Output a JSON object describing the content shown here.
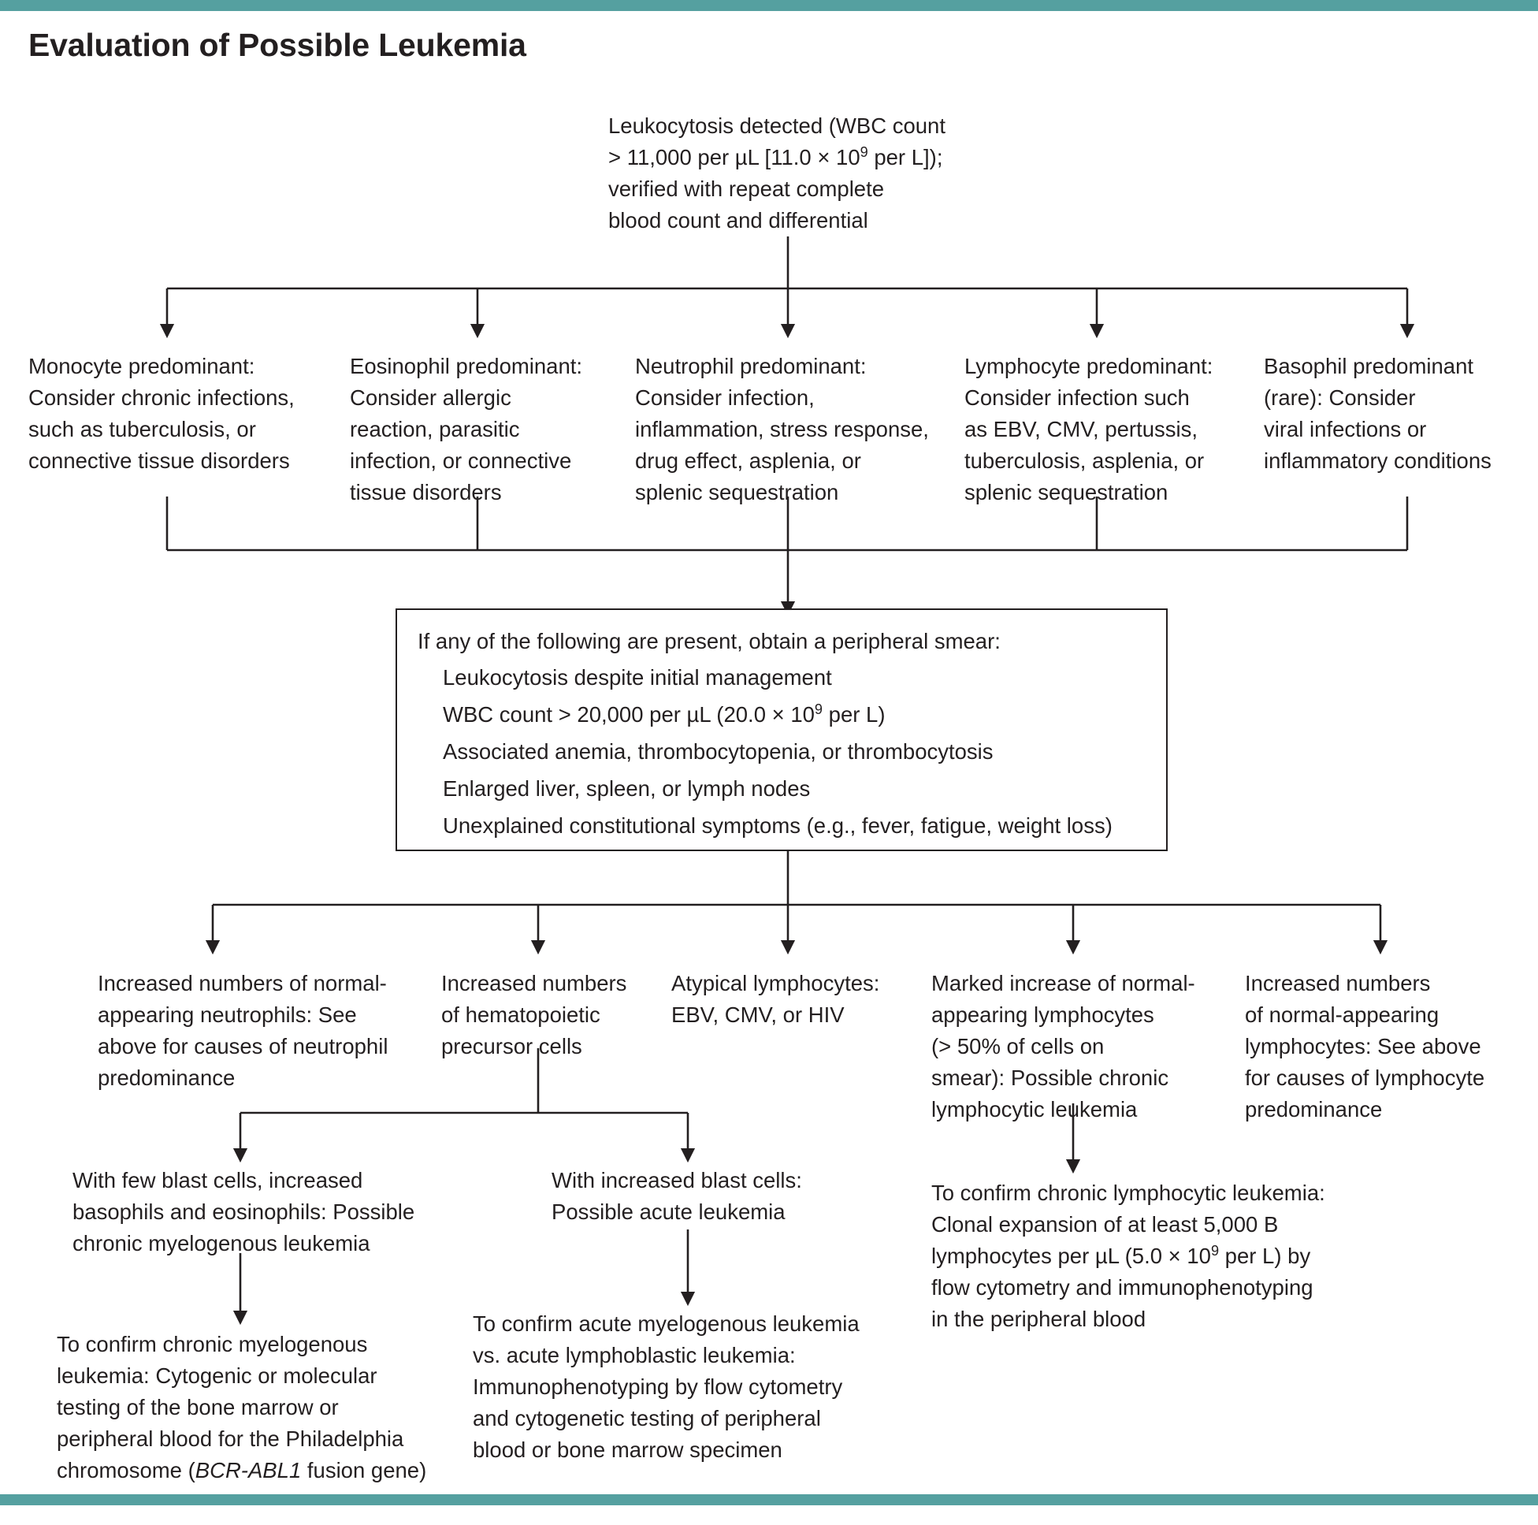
{
  "page": {
    "title": "Evaluation of Possible Leukemia",
    "accent_color": "#55a0a0",
    "text_color": "#231f20"
  },
  "chart_data": {
    "type": "diagram",
    "title": "Evaluation of Possible Leukemia",
    "diagram_kind": "clinical-algorithm-flowchart",
    "nodes": [
      {
        "id": "start",
        "text": "Leukocytosis detected (WBC count\n> 11,000 per µL [11.0 × 109 per L]);\nverified with repeat complete\nblood count and differential"
      },
      {
        "id": "monocyte",
        "text": "Monocyte predominant:\nConsider chronic infections,\nsuch as tuberculosis, or\nconnective tissue disorders"
      },
      {
        "id": "eosinophil",
        "text": "Eosinophil predominant:\nConsider allergic\nreaction, parasitic\ninfection, or connective\ntissue disorders"
      },
      {
        "id": "neutrophil",
        "text": "Neutrophil predominant:\nConsider infection,\ninflammation, stress response,\ndrug effect, asplenia, or\nsplenic sequestration"
      },
      {
        "id": "lymphocyte",
        "text": "Lymphocyte predominant:\nConsider infection such\nas EBV, CMV, pertussis,\ntuberculosis, asplenia, or\nsplenic sequestration"
      },
      {
        "id": "basophil",
        "text": "Basophil predominant\n(rare): Consider\nviral infections or\ninflammatory conditions"
      },
      {
        "id": "smear-criteria",
        "lead": "If any of the following are present, obtain a peripheral smear:",
        "items": [
          "Leukocytosis despite initial management",
          "WBC count > 20,000 per µL (20.0 × 109 per L)",
          "Associated anemia, thrombocytopenia, or thrombocytosis",
          "Enlarged liver, spleen, or lymph nodes",
          "Unexplained constitutional symptoms (e.g., fever, fatigue, weight loss)"
        ]
      },
      {
        "id": "normal-neutrophils",
        "text": "Increased numbers of normal-\nappearing neutrophils: See\nabove for causes of neutrophil\npredominance"
      },
      {
        "id": "precursor-cells",
        "text": "Increased numbers\nof hematopoietic\nprecursor cells"
      },
      {
        "id": "atypical-lymphocytes",
        "text": "Atypical lymphocytes:\nEBV, CMV, or HIV"
      },
      {
        "id": "marked-lymphocytes",
        "text": "Marked increase of normal-\nappearing lymphocytes\n(> 50% of cells on\nsmear): Possible chronic\nlymphocytic leukemia"
      },
      {
        "id": "normal-lymphocytes",
        "text": "Increased numbers\nof normal-appearing\nlymphocytes: See above\nfor causes of lymphocyte\npredominance"
      },
      {
        "id": "few-blasts",
        "text": "With few blast cells, increased\nbasophils and eosinophils: Possible\nchronic myelogenous leukemia"
      },
      {
        "id": "increased-blasts",
        "text": "With increased blast cells:\nPossible acute leukemia"
      },
      {
        "id": "confirm-cml",
        "text": "To confirm chronic myelogenous\nleukemia: Cytogenic or molecular\ntesting of the bone marrow or\nperipheral blood for the Philadelphia\nchromosome (BCR-ABL1 fusion gene)"
      },
      {
        "id": "confirm-aml-all",
        "text": "To confirm acute myelogenous leukemia\nvs. acute lymphoblastic leukemia:\nImmunophenotyping by flow cytometry\nand cytogenetic testing of peripheral\nblood or bone marrow specimen"
      },
      {
        "id": "confirm-cll",
        "text": "To confirm chronic lymphocytic leukemia:\nClonal expansion of at least 5,000 B\nlymphocytes per µL (5.0 × 109 per L) by\nflow cytometry and immunophenotyping\nin the peripheral blood"
      }
    ],
    "edges": [
      {
        "from": "start",
        "to": "monocyte"
      },
      {
        "from": "start",
        "to": "eosinophil"
      },
      {
        "from": "start",
        "to": "neutrophil"
      },
      {
        "from": "start",
        "to": "lymphocyte"
      },
      {
        "from": "start",
        "to": "basophil"
      },
      {
        "from": "monocyte",
        "to": "smear-criteria"
      },
      {
        "from": "eosinophil",
        "to": "smear-criteria"
      },
      {
        "from": "neutrophil",
        "to": "smear-criteria"
      },
      {
        "from": "lymphocyte",
        "to": "smear-criteria"
      },
      {
        "from": "basophil",
        "to": "smear-criteria"
      },
      {
        "from": "smear-criteria",
        "to": "normal-neutrophils"
      },
      {
        "from": "smear-criteria",
        "to": "precursor-cells"
      },
      {
        "from": "smear-criteria",
        "to": "atypical-lymphocytes"
      },
      {
        "from": "smear-criteria",
        "to": "marked-lymphocytes"
      },
      {
        "from": "smear-criteria",
        "to": "normal-lymphocytes"
      },
      {
        "from": "precursor-cells",
        "to": "few-blasts"
      },
      {
        "from": "precursor-cells",
        "to": "increased-blasts"
      },
      {
        "from": "few-blasts",
        "to": "confirm-cml"
      },
      {
        "from": "increased-blasts",
        "to": "confirm-aml-all"
      },
      {
        "from": "marked-lymphocytes",
        "to": "confirm-cll"
      }
    ]
  },
  "start": {
    "l1": "Leukocytosis detected (WBC count",
    "l2_a": "> 11,000 per µL [11.0 × 10",
    "l2_sup": "9",
    "l2_b": " per L]);",
    "l3": "verified with repeat complete",
    "l4": "blood count and differential"
  },
  "branch1": {
    "monocyte": "Monocyte predominant:\nConsider chronic infections,\nsuch as tuberculosis, or\nconnective tissue disorders",
    "eosinophil": "Eosinophil predominant:\nConsider allergic\nreaction, parasitic\ninfection, or connective\ntissue disorders",
    "neutrophil": "Neutrophil predominant:\nConsider infection,\ninflammation, stress response,\ndrug effect, asplenia, or\nsplenic sequestration",
    "lymphocyte": "Lymphocyte predominant:\nConsider infection such\nas EBV, CMV, pertussis,\ntuberculosis, asplenia, or\nsplenic sequestration",
    "basophil": "Basophil predominant\n(rare): Consider\nviral infections or\ninflammatory conditions"
  },
  "smear_box": {
    "lead": "If any of the following are present, obtain a peripheral smear:",
    "item1": "Leukocytosis despite initial management",
    "item2_a": "WBC count > 20,000 per µL (20.0 × 10",
    "item2_sup": "9",
    "item2_b": " per L)",
    "item3": "Associated anemia, thrombocytopenia, or thrombocytosis",
    "item4": "Enlarged liver, spleen, or lymph nodes",
    "item5": "Unexplained constitutional symptoms (e.g., fever, fatigue, weight loss)"
  },
  "branch2": {
    "normal_neutrophils": "Increased numbers of normal-\nappearing neutrophils: See\nabove for causes of neutrophil\npredominance",
    "precursor_cells": "Increased numbers\nof hematopoietic\nprecursor cells",
    "atypical_lymphocytes": "Atypical lymphocytes:\nEBV, CMV, or HIV",
    "marked_lymphocytes": "Marked increase of normal-\nappearing lymphocytes\n(> 50% of cells on\nsmear): Possible chronic\nlymphocytic leukemia",
    "normal_lymphocytes": "Increased numbers\nof normal-appearing\nlymphocytes: See above\nfor causes of lymphocyte\npredominance"
  },
  "branch3": {
    "few_blasts": "With few blast cells, increased\nbasophils and eosinophils: Possible\nchronic myelogenous leukemia",
    "increased_blasts": "With increased blast cells:\nPossible acute leukemia"
  },
  "confirm": {
    "cml_a": "To confirm chronic myelogenous\nleukemia: Cytogenic or molecular\ntesting of the bone marrow or\nperipheral blood for the Philadelphia\nchromosome (",
    "cml_gene": "BCR-ABL1",
    "cml_b": " fusion gene)",
    "aml_all": "To confirm acute myelogenous leukemia\nvs. acute lymphoblastic leukemia:\nImmunophenotyping by flow cytometry\nand cytogenetic testing of peripheral\nblood or bone marrow specimen",
    "cll_l1": "To confirm chronic lymphocytic leukemia:",
    "cll_l2": "Clonal expansion of at least 5,000 B",
    "cll_l3_a": "lymphocytes per µL (5.0 × 10",
    "cll_l3_sup": "9",
    "cll_l3_b": " per L) by",
    "cll_l4": "flow cytometry and immunophenotyping",
    "cll_l5": "in the peripheral blood"
  }
}
